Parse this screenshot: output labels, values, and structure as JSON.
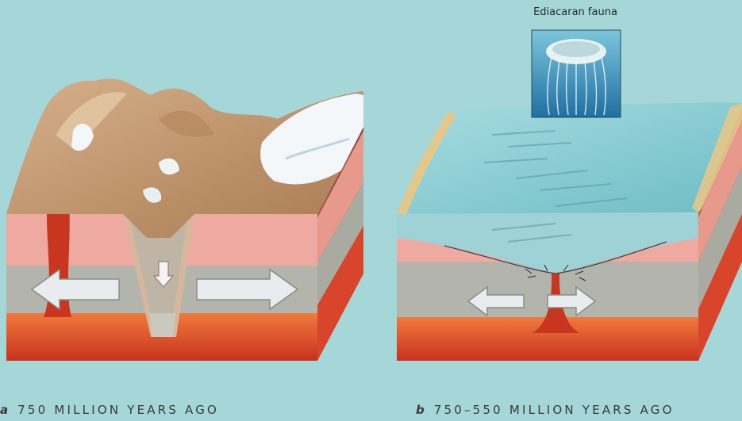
{
  "panels": [
    {
      "letter": "a",
      "caption": "750 MILLION YEARS AGO"
    },
    {
      "letter": "b",
      "caption": "750–550 MILLION YEARS AGO"
    }
  ],
  "inset": {
    "label": "Ediacaran fauna",
    "icon": "jellyfish-fossil-icon"
  },
  "colors": {
    "background": "#a5d6d8",
    "mantle": "#d9412a",
    "magma": "#c8361f",
    "crust_pink": "#eeaaa0",
    "crust_gray": "#b3b4ab",
    "land": "#c4966a",
    "ice": "#f4f7f9",
    "ocean": "#8ed0d6"
  }
}
